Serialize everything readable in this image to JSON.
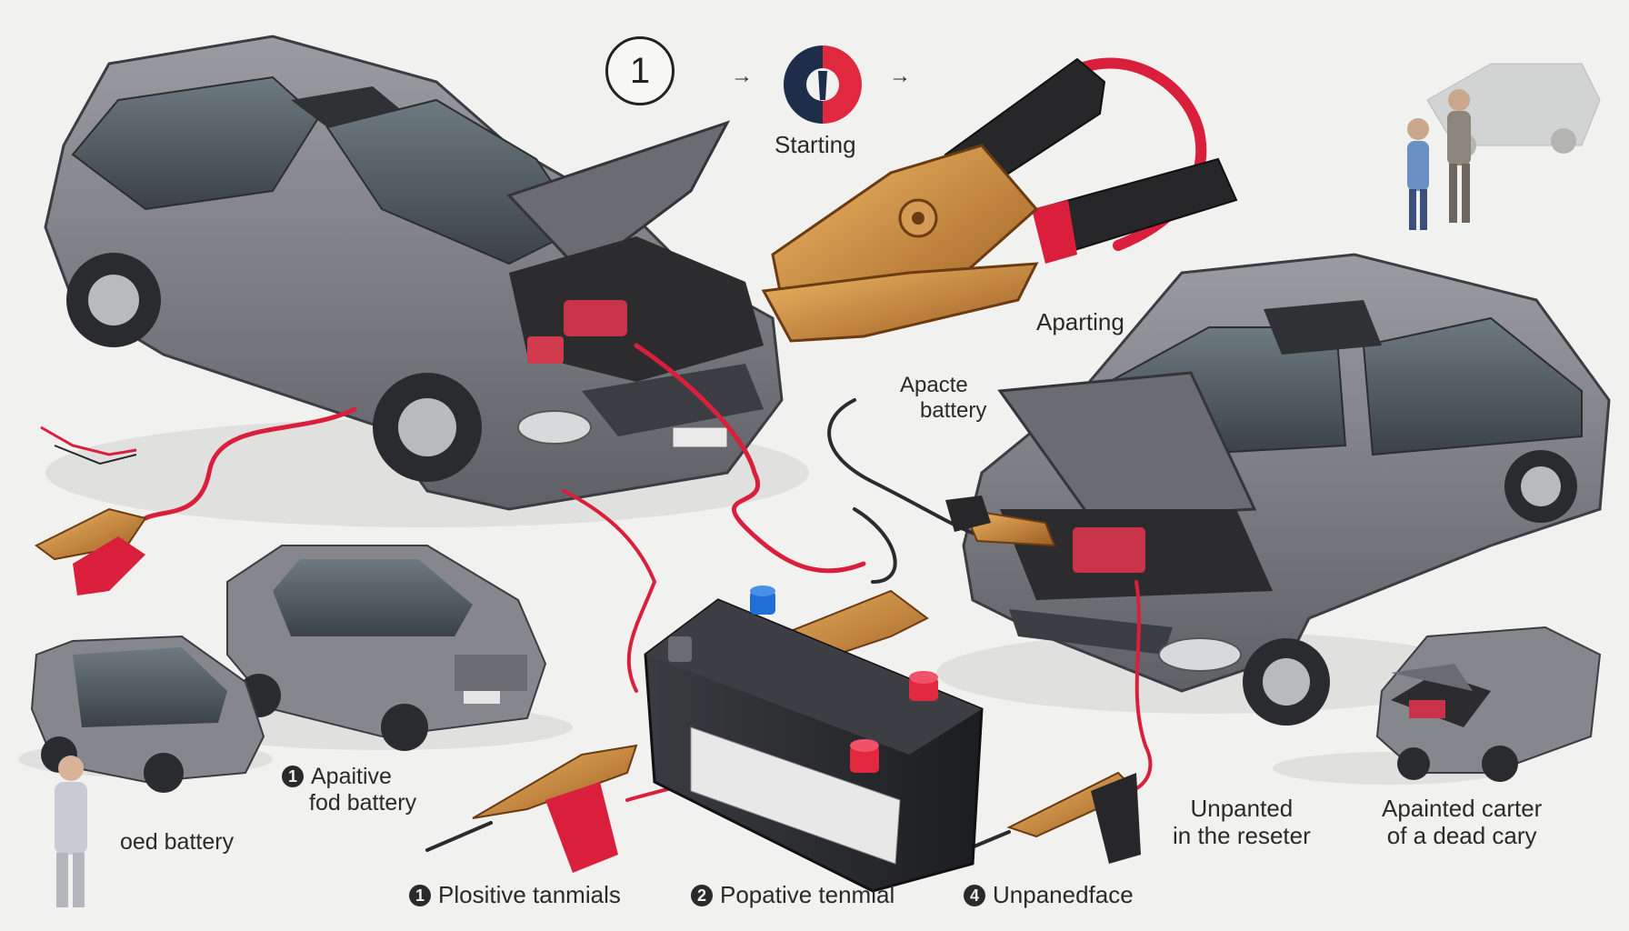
{
  "header": {
    "step_number": "1",
    "arrow_left": "→",
    "arrow_right": "→",
    "starting_label": "Starting"
  },
  "labels": {
    "aparting": "Aparting",
    "apacte_battery": [
      "Apacte",
      "battery"
    ],
    "apaitive_badge": "1",
    "apaitive": [
      "Apaitive",
      "fod battery"
    ],
    "oed_battery": "oed battery",
    "unpanted": [
      "Unpanted",
      "in the reseter"
    ],
    "apainted_carter": [
      "Apainted carter",
      "of a dead cary"
    ]
  },
  "steps_bar": [
    {
      "number": "1",
      "text": "Plositive tanmials"
    },
    {
      "number": "2",
      "text": "Popative tenmial"
    },
    {
      "number": "4",
      "text": "Unpanedface"
    }
  ],
  "colors": {
    "car_body": "#7d7f84",
    "car_dark": "#4e5056",
    "cable_red": "#d91f3c",
    "clamp_copper": "#c98a3c",
    "battery_body": "#26282c",
    "terminal_red": "#e0283e",
    "terminal_blue": "#1f6fd6",
    "icon_navy": "#1e2d4a"
  }
}
